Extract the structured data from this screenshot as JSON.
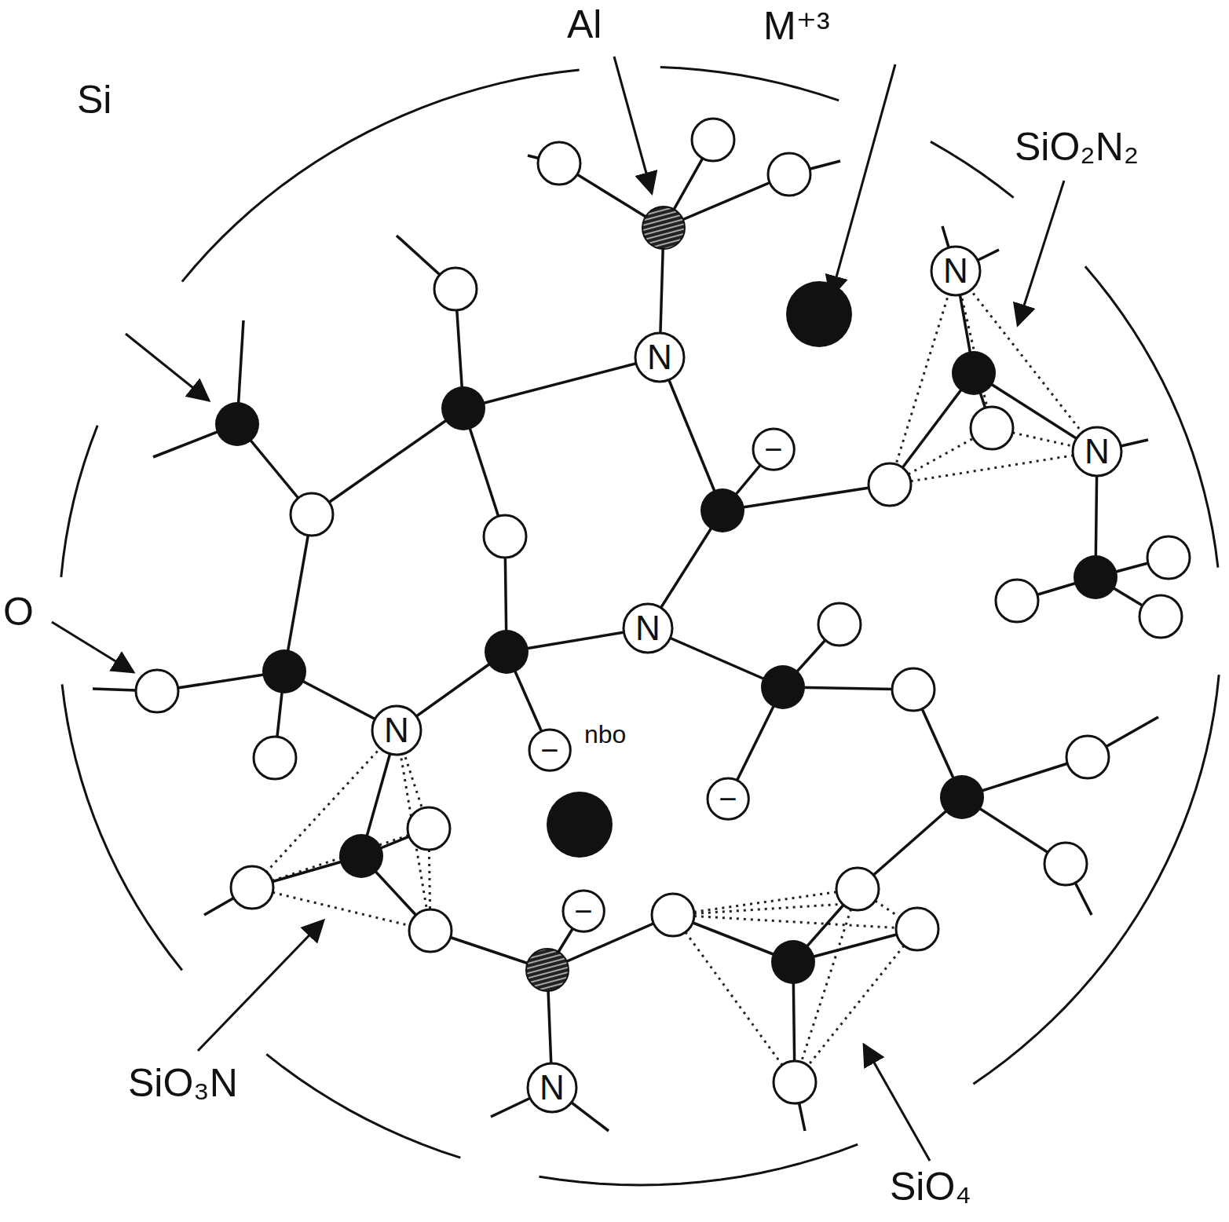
{
  "diagram": {
    "nodes": [
      {
        "text": [
          "N"
        ]
      },
      {
        "text": [
          "N"
        ]
      },
      {
        "text": [
          "−"
        ]
      },
      {
        "text": [
          "N"
        ]
      },
      {
        "text": [
          "N"
        ]
      },
      {
        "text": [
          "N"
        ]
      },
      {
        "text": [
          "−"
        ]
      },
      {
        "text": [
          "−"
        ]
      },
      {
        "text": [
          "−"
        ]
      },
      {
        "text": [
          "N"
        ]
      }
    ],
    "labels": [
      "Al",
      "M⁺³",
      "SiO₂N₂",
      "Si",
      "O",
      "nbo",
      "SiO₃N",
      "SiO₄"
    ]
  }
}
